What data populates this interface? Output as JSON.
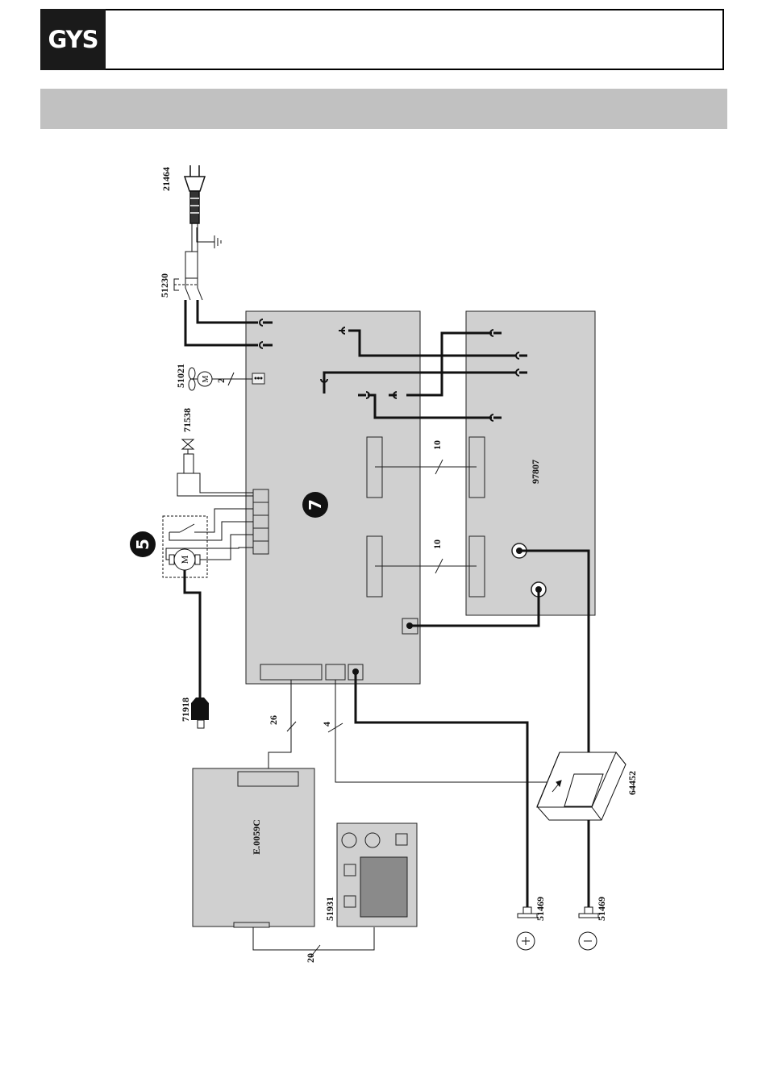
{
  "header": {
    "logo_text": "GYS",
    "title": ""
  },
  "diagram": {
    "board_main_callout": "7",
    "fan_group_callout": "5",
    "parts": {
      "mains_plug": "21464",
      "switch": "51230",
      "fan": "51021",
      "fan_wire_count": "2",
      "gas_valve": "71538",
      "torch_connector": "71918",
      "power_board": "97807",
      "current_sensor": "64452",
      "control_board": "E.0059C",
      "display_board": "51931",
      "output_socket_pos": "51469",
      "output_socket_neg": "51469"
    },
    "fan_motor_symbol": "M",
    "wire_motor_symbol": "M",
    "bus_counts": {
      "upper": "10",
      "lower": "10",
      "control": "26",
      "sensor": "4",
      "display": "20"
    },
    "polarity": {
      "positive": "+",
      "negative": "-"
    }
  },
  "colors": {
    "board_fill": "#d0d0d0",
    "wire": "#111111",
    "band": "#c1c1c1",
    "display_screen": "#8a8a8a"
  }
}
